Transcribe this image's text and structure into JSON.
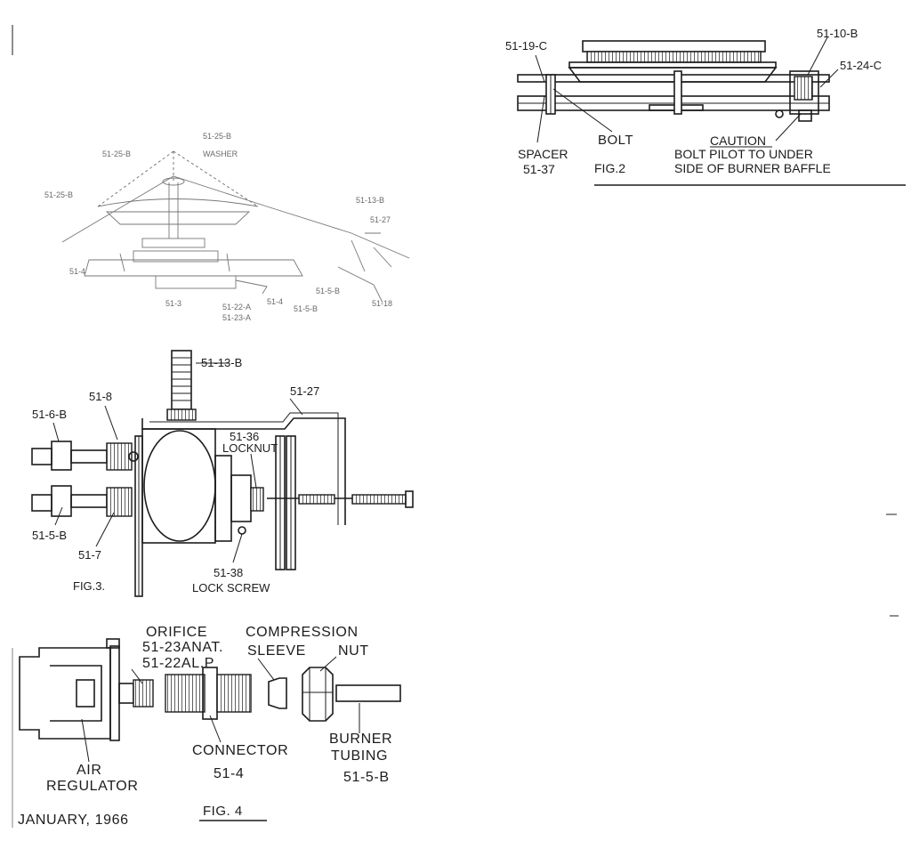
{
  "fig1": {
    "labels": [
      "51-25-B",
      "WASHER",
      "51-13-B",
      "51-27",
      "51-22-A",
      "51-23-A",
      "51-4",
      "51-5-B",
      "51-18"
    ]
  },
  "fig2": {
    "caption": "FIG.2",
    "labels": {
      "bracket": "51-19-C",
      "pilot": "51-10-B",
      "baffle": "51-24-C",
      "spacer": "SPACER",
      "spacer_part": "51-37",
      "bolt": "BOLT",
      "caution": "CAUTION",
      "note_1": "BOLT PILOT TO UNDER",
      "note_2": "SIDE OF BURNER BAFFLE"
    }
  },
  "fig3": {
    "caption": "FIG.3.",
    "labels": {
      "thermocouple": "51-13-B",
      "fitting": "51-8",
      "bracket": "51-27",
      "left_tube_top": "51-6-B",
      "locknut_part": "51-36",
      "locknut": "LOCKNUT",
      "left_tube_bottom": "51-5-B",
      "nut_bottom": "51-7",
      "lock_screw_part": "51-38",
      "lock_screw": "LOCK SCREW"
    }
  },
  "fig4": {
    "caption": "FIG. 4",
    "labels": {
      "orifice": "ORIFICE",
      "orifice_nat": "51-23ANAT.",
      "orifice_lp": "51-22AL.P",
      "compression": "COMPRESSION",
      "sleeve": "SLEEVE",
      "nut": "NUT",
      "connector": "CONNECTOR",
      "connector_part": "51-4",
      "air": "AIR",
      "regulator": "REGULATOR",
      "burner": "BURNER",
      "tubing": "TUBING",
      "tubing_part": "51-5-B"
    }
  },
  "footer": {
    "date": "JANUARY, 1966"
  }
}
